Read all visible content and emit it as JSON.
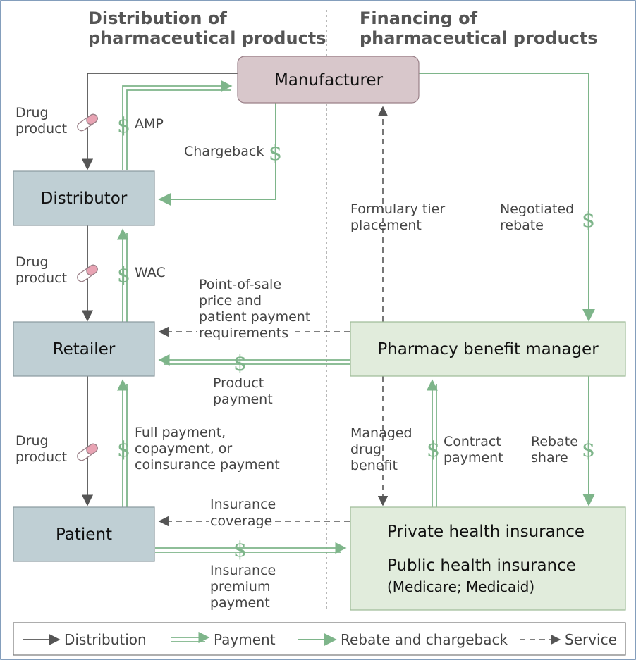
{
  "sections": {
    "distribution": [
      "Distribution of",
      "pharmaceutical products"
    ],
    "financing": [
      "Financing of",
      "pharmaceutical products"
    ]
  },
  "nodes": {
    "manufacturer": "Manufacturer",
    "distributor": "Distributor",
    "retailer": "Retailer",
    "patient": "Patient",
    "pbm": "Pharmacy benefit manager",
    "insurance": [
      "Private health insurance",
      "Public health insurance",
      "(Medicare; Medicaid)"
    ]
  },
  "flows": {
    "drug_product": [
      "Drug",
      "product"
    ],
    "amp": "AMP",
    "chargeback": "Chargeback",
    "wac": "WAC",
    "full_payment": [
      "Full payment,",
      "copayment, or",
      "coinsurance payment"
    ],
    "point_of_sale": [
      "Point-of-sale",
      "price and",
      "patient payment",
      "requirements"
    ],
    "product_payment": [
      "Product",
      "payment"
    ],
    "insurance_coverage": [
      "Insurance",
      "coverage"
    ],
    "insurance_premium": [
      "Insurance",
      "premium",
      "payment"
    ],
    "formulary": [
      "Formulary tier",
      "placement"
    ],
    "negotiated_rebate": [
      "Negotiated",
      "rebate"
    ],
    "managed_drug": [
      "Managed",
      "drug",
      "benefit"
    ],
    "contract_payment": [
      "Contract",
      "payment"
    ],
    "rebate_share": [
      "Rebate",
      "share"
    ]
  },
  "symbols": {
    "dollar": "$",
    "pill": "pill-icon"
  },
  "legend": {
    "distribution": "Distribution",
    "payment": "Payment",
    "rebate": "Rebate and chargeback",
    "service": "Service"
  },
  "colors": {
    "distributor_fill": "#bfcfd4",
    "pbm_fill": "#e1ecdc",
    "manufacturer_fill": "#d8c7cb",
    "payment_green": "#7eb58a",
    "distribution_gray": "#555555"
  }
}
